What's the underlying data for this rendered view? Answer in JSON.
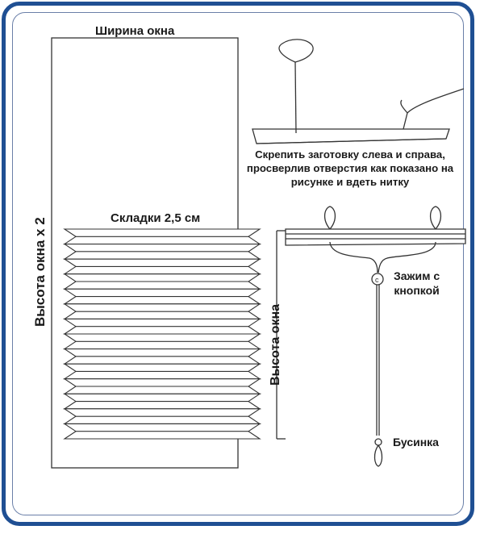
{
  "labels": {
    "window_width": "Ширина окна",
    "folds": "Складки 2,5 см",
    "height_x2": "Высота окна х 2",
    "height": "Высота окна",
    "instruction": "Скрепить заготовку слева и справа, просверлив отверстия как показано на рисунке и вдеть нитку",
    "clamp_line1": "Зажим с",
    "clamp_line2": "кнопкой",
    "bead": "Бусинка"
  },
  "colors": {
    "frame": "#1f4f93",
    "line": "#333333",
    "fill": "#ffffff"
  },
  "folds_count": 14
}
